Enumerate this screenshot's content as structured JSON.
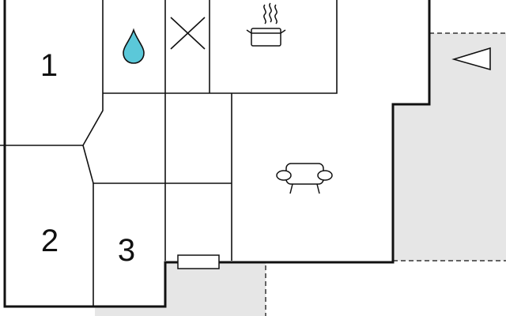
{
  "rooms": [
    {
      "id": "room-1",
      "label": "1"
    },
    {
      "id": "room-2",
      "label": "2"
    },
    {
      "id": "room-3",
      "label": "3"
    }
  ],
  "icons": {
    "bathroom": "water-drop-icon",
    "toilet": "x-mark-icon",
    "kitchen": "cooking-pot-icon",
    "living": "sofa-icon",
    "compass": "north-arrow-icon",
    "entrance": "door-icon"
  },
  "colors": {
    "wall": "#111111",
    "terrace": "#e6e6e6",
    "water": "#5bc8d9",
    "dashed": "#333333"
  }
}
